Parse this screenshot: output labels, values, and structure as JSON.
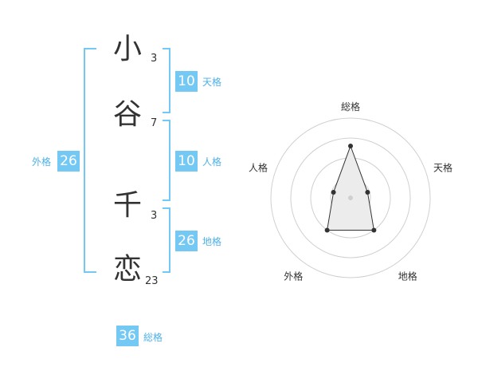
{
  "name": {
    "chars": [
      {
        "char": "小",
        "strokes": "3"
      },
      {
        "char": "谷",
        "strokes": "7"
      },
      {
        "char": "千",
        "strokes": "3"
      },
      {
        "char": "恋",
        "strokes": "23"
      }
    ]
  },
  "fortune": {
    "tenkaku": {
      "value": "10",
      "label": "天格"
    },
    "jinkaku": {
      "value": "10",
      "label": "人格"
    },
    "chikaku": {
      "value": "26",
      "label": "地格"
    },
    "gaikaku": {
      "value": "26",
      "label": "外格"
    },
    "soukaku": {
      "value": "36",
      "label": "総格"
    }
  },
  "colors": {
    "accent": "#74c8f4",
    "accent_text": "#4fb1e6"
  },
  "chart_data": {
    "type": "radar",
    "axes": [
      "総格",
      "天格",
      "地格",
      "外格",
      "人格"
    ],
    "levels": 4,
    "range": [
      0,
      4
    ],
    "values": [
      2.6,
      0.9,
      2.0,
      2.0,
      0.9
    ]
  }
}
